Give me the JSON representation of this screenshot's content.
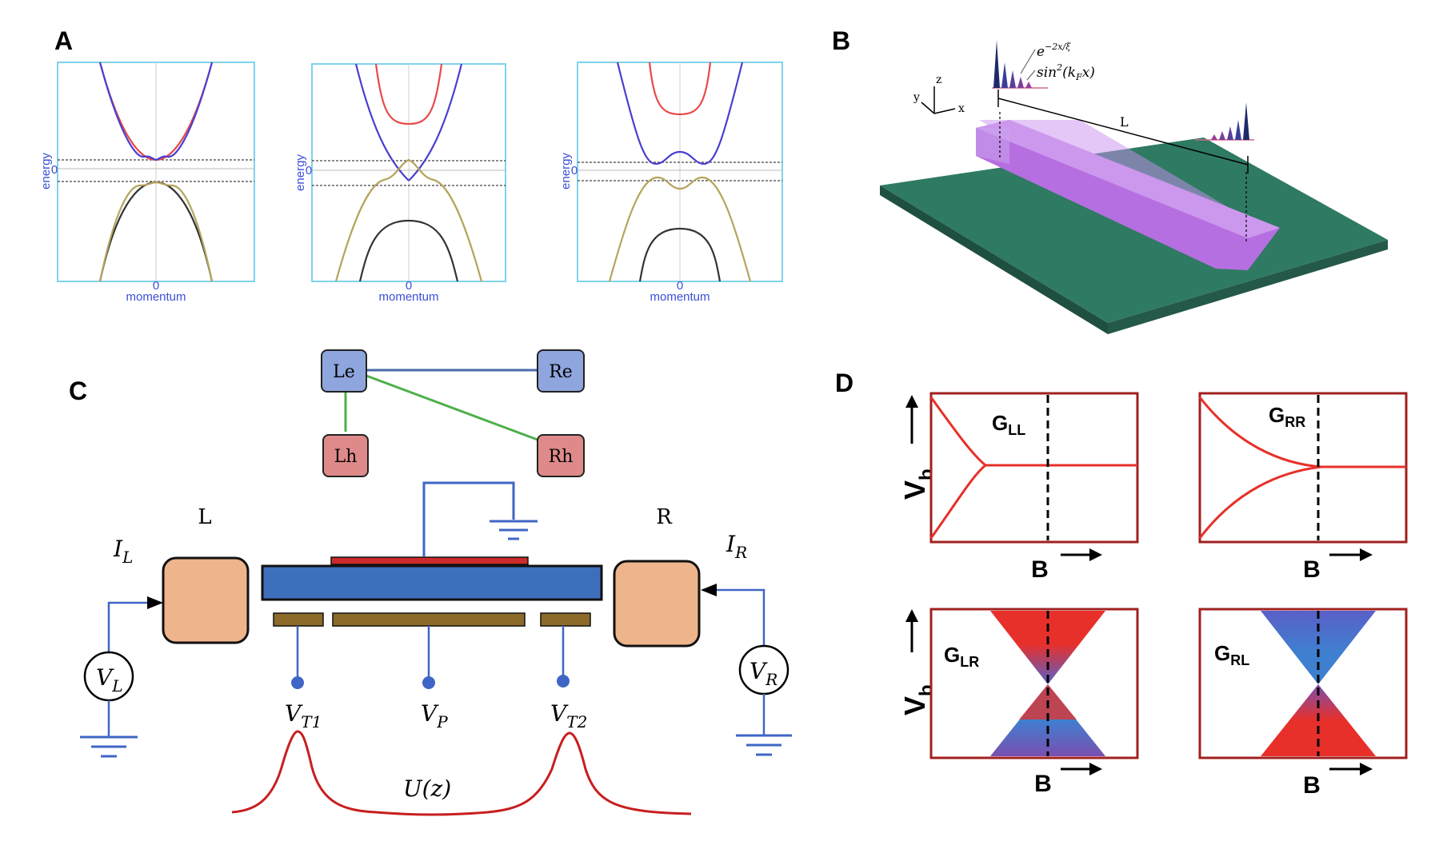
{
  "panels": {
    "a": {
      "letter": "A",
      "x_label": "momentum",
      "y_label": "energy",
      "zero_tick": "0"
    },
    "b": {
      "letter": "B",
      "axis_z": "z",
      "axis_y": "y",
      "axis_x": "x",
      "formula_exp": "e",
      "formula_exp_sup": "−2x/ξ",
      "formula_sin": "sin",
      "formula_sin_sup": "2",
      "formula_sin_arg": "(k",
      "formula_sin_sub": "F",
      "formula_sin_end": "x)",
      "length_label": "L"
    },
    "c": {
      "letter": "C",
      "node_le": "Le",
      "node_re": "Re",
      "node_lh": "Lh",
      "node_rh": "Rh",
      "lead_left": "L",
      "lead_right": "R",
      "current_left": "I",
      "current_left_sub": "L",
      "current_right": "I",
      "current_right_sub": "R",
      "source_left": "V",
      "source_left_sub": "L",
      "source_right": "V",
      "source_right_sub": "R",
      "gate_t1": "V",
      "gate_t1_sub": "T1",
      "gate_p": "V",
      "gate_p_sub": "P",
      "gate_t2": "V",
      "gate_t2_sub": "T2",
      "potential_label": "U(z)"
    },
    "d": {
      "letter": "D",
      "y_label": "V",
      "y_label_sub": "b",
      "x_label": "B",
      "plots": [
        {
          "label": "G",
          "sub": "LL"
        },
        {
          "label": "G",
          "sub": "RR"
        },
        {
          "label": "G",
          "sub": "LR"
        },
        {
          "label": "G",
          "sub": "RL"
        }
      ]
    }
  },
  "colors": {
    "frame_a": "#7fd3ec",
    "electron_band": "#4a3fd0",
    "electron_band_red": "#e84a4a",
    "hole_band": "#b5a45a",
    "hole_band_dark": "#333333",
    "substrate": "#2f7a63",
    "wire": "#c58ae8",
    "node_blue": "#8ea6dd",
    "node_red": "#df8a8a",
    "lead_fill": "#eeb48c",
    "wire_blue": "#3e6fbd",
    "gate": "#8b6a2a",
    "contact_red": "#cc2b2b",
    "circuit_line": "#3f66c6",
    "potential": "#c81e1e",
    "frame_d": "#a0201f",
    "curve_d": "#e8302a",
    "map_red": "#e8302a",
    "map_blue": "#3f7fd0",
    "edge_green": "#4cb04a",
    "edge_blue": "#4a6aa8"
  }
}
